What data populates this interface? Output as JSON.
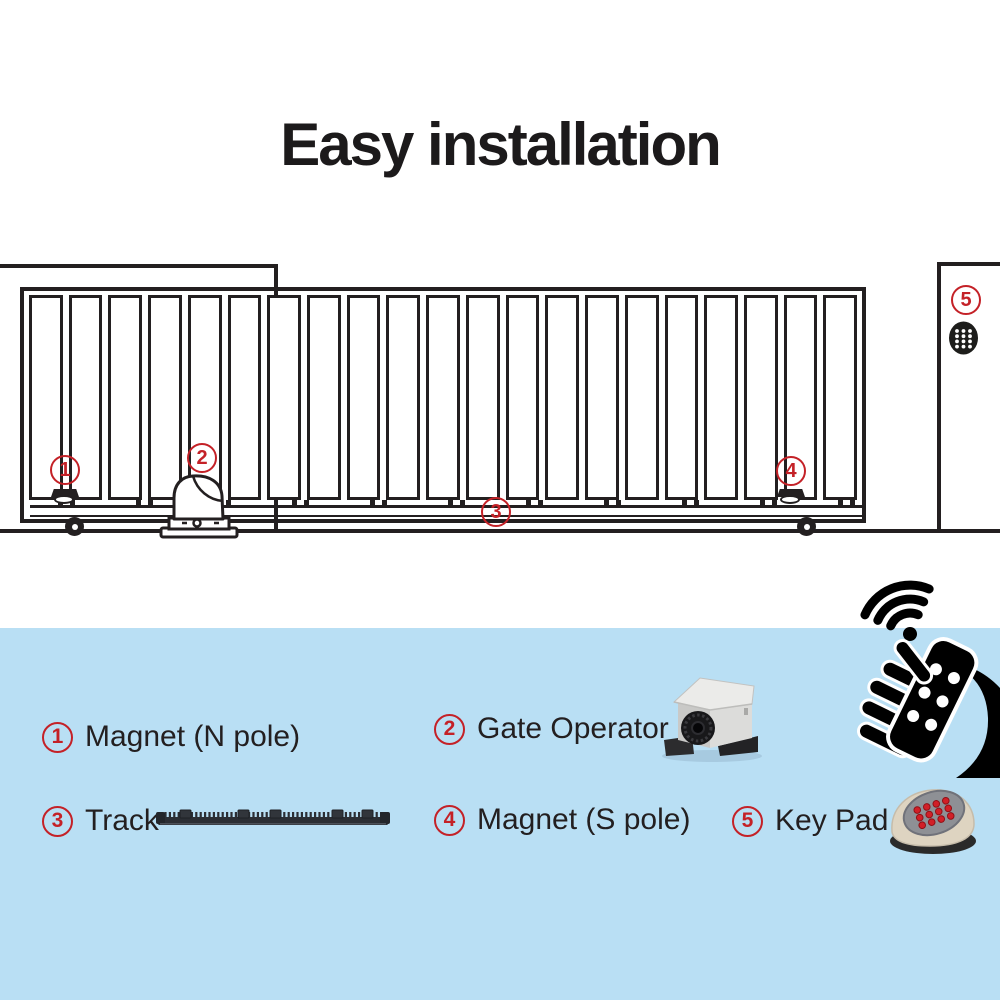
{
  "title": "Easy installation",
  "colors": {
    "accent_red": "#c42127",
    "panel_blue": "#b9dff4",
    "line": "#231f20"
  },
  "diagram": {
    "callouts": [
      "1",
      "2",
      "3",
      "4",
      "5"
    ],
    "gate_bar_count": 21
  },
  "legend": {
    "items": [
      {
        "num": "1",
        "label": "Magnet (N pole)"
      },
      {
        "num": "2",
        "label": "Gate Operator"
      },
      {
        "num": "3",
        "label": "Track"
      },
      {
        "num": "4",
        "label": "Magnet (S pole)"
      },
      {
        "num": "5",
        "label": "Key Pad"
      }
    ]
  },
  "icons": {
    "remote": "hand-holding-remote-with-wifi-waves",
    "keypad_on_post": "round-keypad-dots",
    "legend_photos": [
      "gate-operator-photo",
      "track-rack-photo",
      "keypad-photo"
    ]
  }
}
